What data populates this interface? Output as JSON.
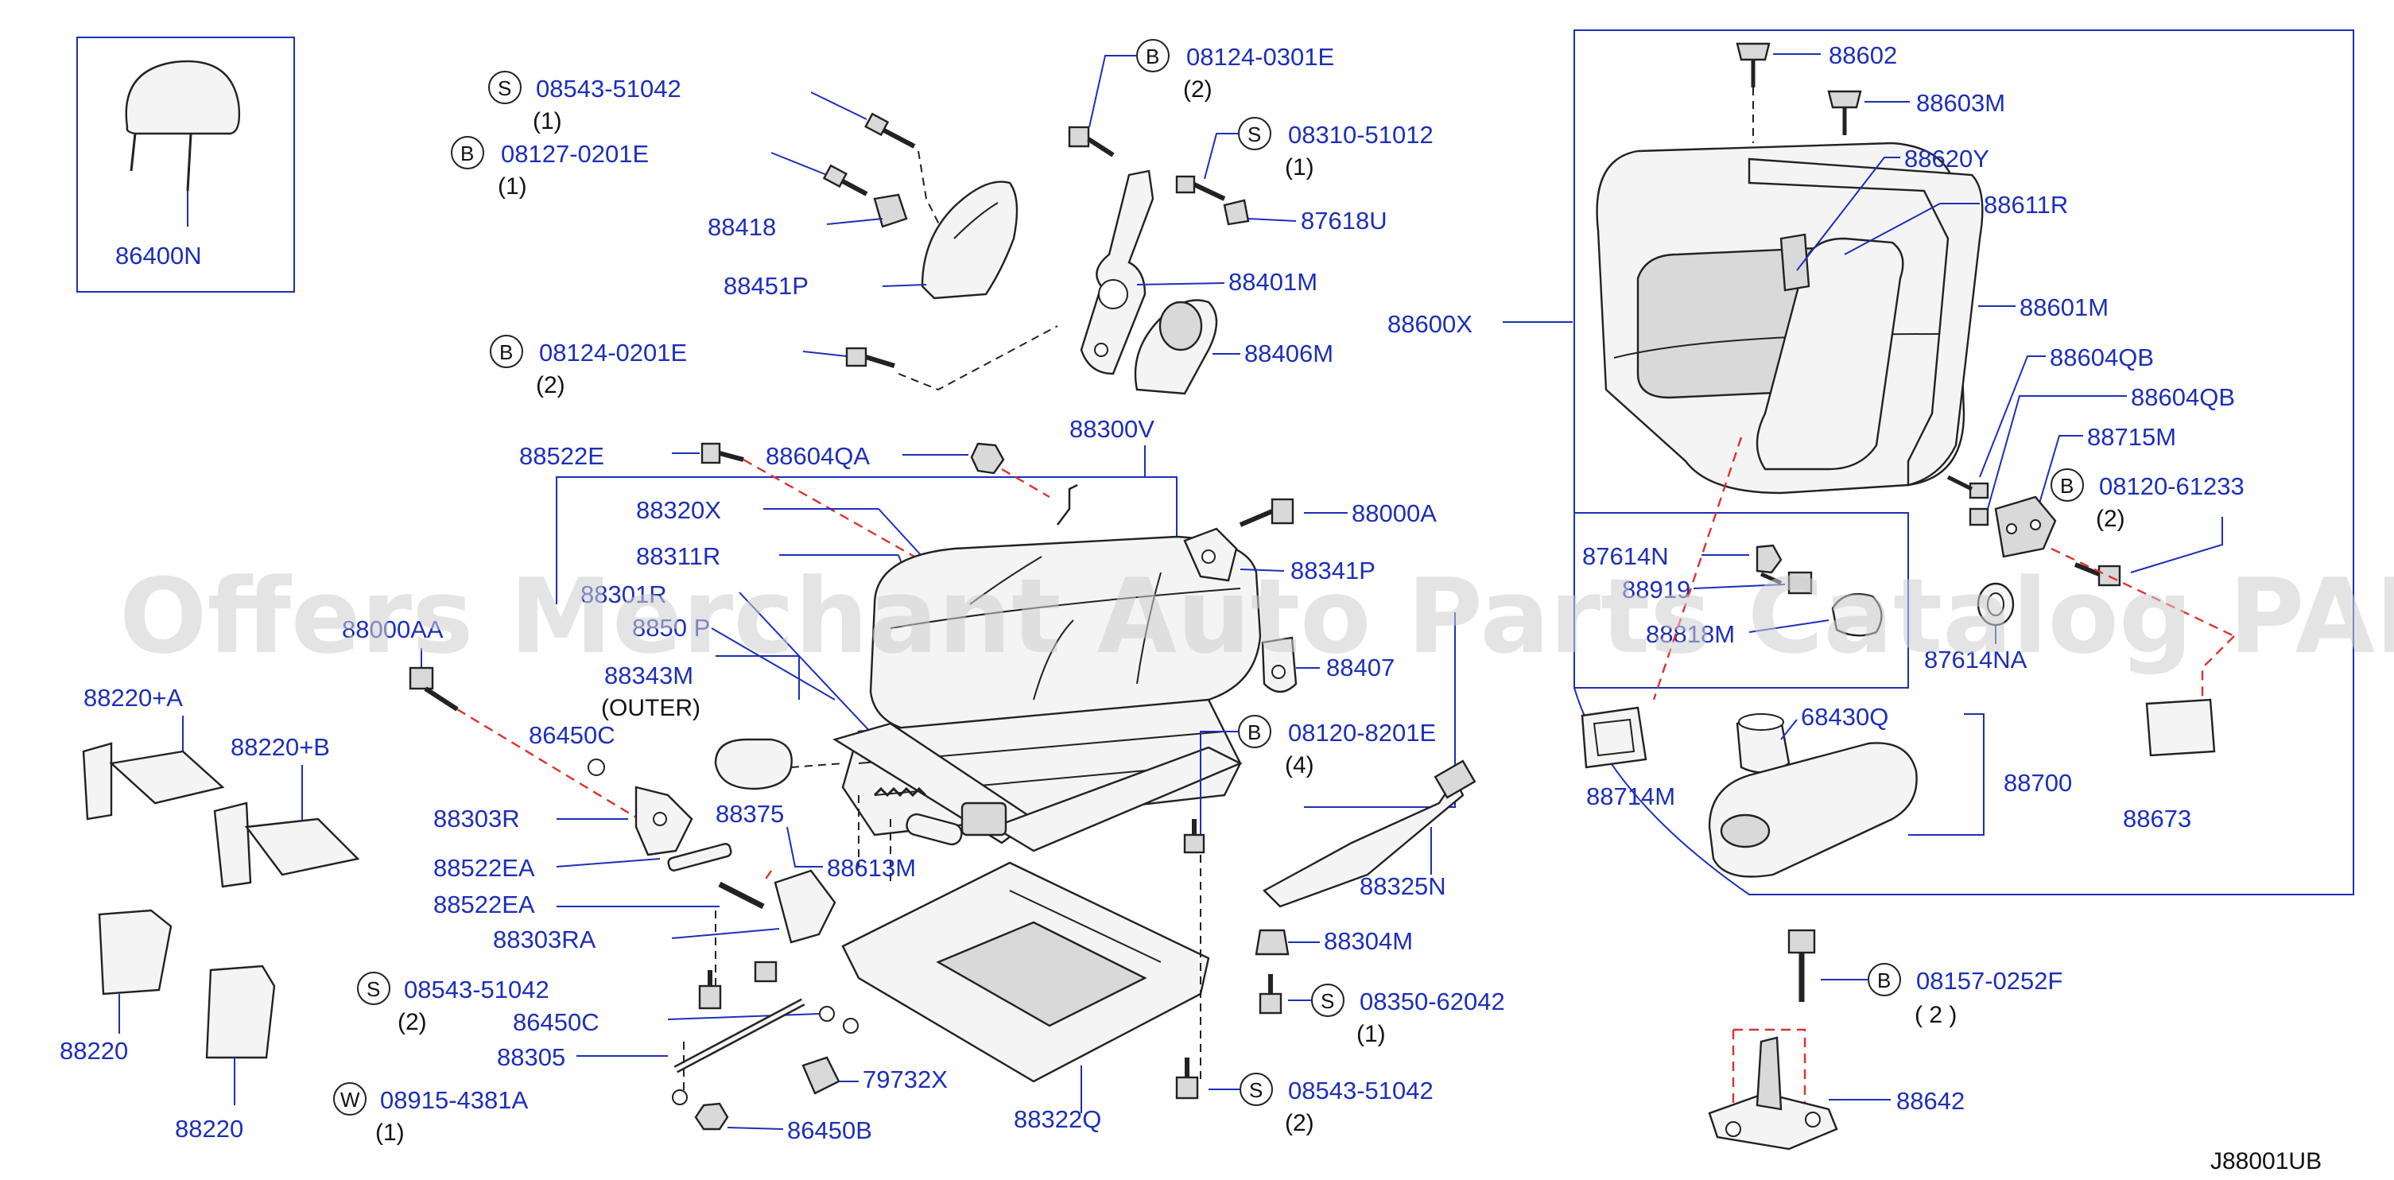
{
  "labels": {
    "p86400N": "86400N",
    "c1_letter": "S",
    "c1_code": "08543-51042",
    "c1_qty": "(1)",
    "c2_letter": "B",
    "c2_code": "08127-0201E",
    "c2_qty": "(1)",
    "p88418": "88418",
    "p88451P": "88451P",
    "c3_letter": "B",
    "c3_code": "08124-0201E",
    "c3_qty": "(2)",
    "c4_letter": "B",
    "c4_code": "08124-0301E",
    "c4_qty": "(2)",
    "c5_letter": "S",
    "c5_code": "08310-51012",
    "c5_qty": "(1)",
    "p87618U": "87618U",
    "p88401M": "88401M",
    "p88406M": "88406M",
    "p88300V": "88300V",
    "p88522E": "88522E",
    "p88604QA": "88604QA",
    "p88000A": "88000A",
    "p88320X": "88320X",
    "p88311R": "88311R",
    "p88301R": "88301R",
    "p8850xP": "8850 P",
    "p88341P": "88341P",
    "p88000AA": "88000AA",
    "p88343M": "88343M",
    "t_outer": "(OUTER)",
    "p88407": "88407",
    "p86450C_a": "86450C",
    "c6_letter": "B",
    "c6_code": "08120-8201E",
    "c6_qty": "(4)",
    "p88220A": "88220+A",
    "p88220B": "88220+B",
    "p88303R": "88303R",
    "p88375": "88375",
    "p88522EA_1": "88522EA",
    "p88613M": "88613M",
    "p88522EA_2": "88522EA",
    "p88325N": "88325N",
    "p88303RA": "88303RA",
    "p88304M": "88304M",
    "c7_letter": "S",
    "c7_code": "08543-51042",
    "c7_qty": "(2)",
    "c8_letter": "S",
    "c8_code": "08350-62042",
    "c8_qty": "(1)",
    "p86450C_b": "86450C",
    "p88305": "88305",
    "p79732X": "79732X",
    "p88220_1": "88220",
    "p88220_2": "88220",
    "c9_letter": "W",
    "c9_code": "08915-4381A",
    "c9_qty": "(1)",
    "c10_letter": "S",
    "c10_code": "08543-51042",
    "c10_qty": "(2)",
    "p88322Q": "88322Q",
    "p86450B": "86450B",
    "p88602": "88602",
    "p88603M": "88603M",
    "p88620Y": "88620Y",
    "p88611R": "88611R",
    "p88600X": "88600X",
    "p88601M": "88601M",
    "p88604QB_1": "88604QB",
    "p88604QB_2": "88604QB",
    "p88715M": "88715M",
    "c11_letter": "B",
    "c11_code": "08120-61233",
    "c11_qty": "(2)",
    "p87614N": "87614N",
    "p88919": "88919",
    "p88818M": "88818M",
    "p87614NA": "87614NA",
    "p68430Q": "68430Q",
    "p88700": "88700",
    "p88714M": "88714M",
    "p88673": "88673",
    "c12_letter": "B",
    "c12_code": "08157-0252F",
    "c12_qty": "( 2 )",
    "p88642": "88642",
    "ref_code": "J88001UB"
  },
  "watermark": "Offers Merchant Auto Parts Catalog PARTSTORE.SA",
  "colors": {
    "label": "#1d2fb8",
    "leader": "#1d2fb8",
    "redDash": "#e03030",
    "line": "#222222",
    "watermark": "#cfcfcf"
  }
}
